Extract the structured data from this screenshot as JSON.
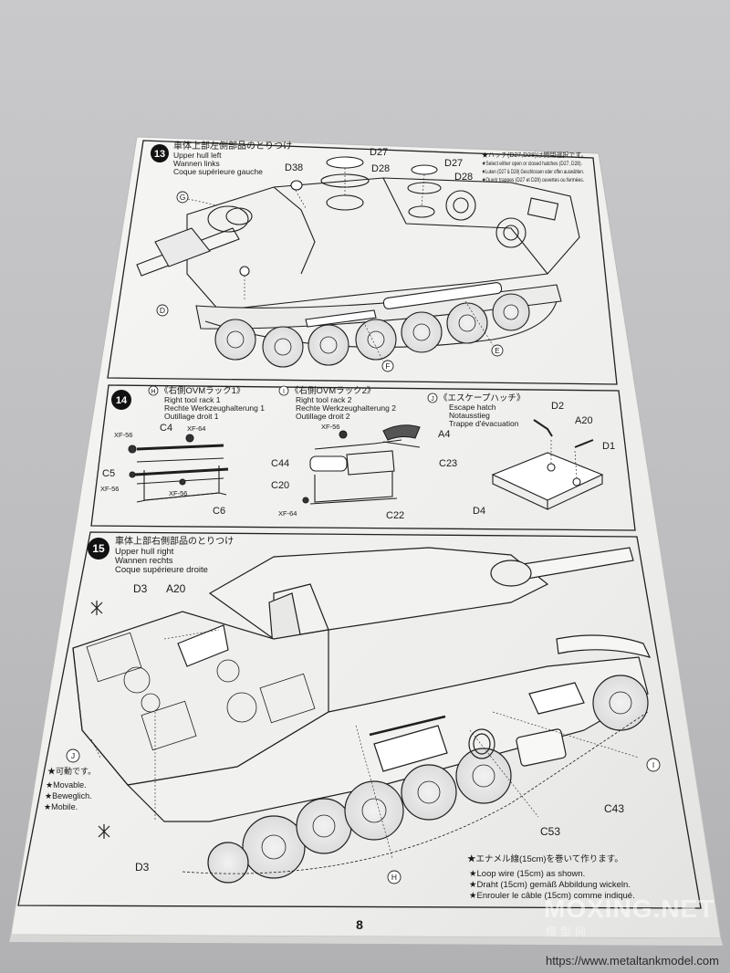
{
  "page": {
    "number": "8"
  },
  "step13": {
    "number": "13",
    "title_ja": "車体上部左側部品のとりつけ",
    "title_en": "Upper hull left",
    "title_de": "Wannen links",
    "title_fr": "Coque supérieure gauche",
    "note_ja": "★ハッチ(D27,D28)は開閉選択です。",
    "note_en": "★Select either open or closed hatches (D27, D28).",
    "note_de": "★Luken (D27 & D28) Geschlossen oder offen auswählen.",
    "note_fr": "★Ouvrir trappes (D27 et D28) ouvertes ou fermées.",
    "parts": [
      "D27",
      "D28",
      "D27",
      "D28",
      "D38"
    ],
    "callouts": [
      "G",
      "D",
      "F",
      "E"
    ]
  },
  "step14": {
    "number": "14",
    "sub_h": {
      "code": "H",
      "title_ja": "《右側OVMラック1》",
      "en": "Right tool rack 1",
      "de": "Rechte Werkzeughalterung 1",
      "fr": "Outillage droit 1"
    },
    "sub_i": {
      "code": "I",
      "title_ja": "《右側OVMラック2》",
      "en": "Right tool rack 2",
      "de": "Rechte Werkzeughalterung 2",
      "fr": "Outillage droit 2"
    },
    "sub_j": {
      "code": "J",
      "title_ja": "《エスケープハッチ》",
      "en": "Escape hatch",
      "de": "Notausstieg",
      "fr": "Trappe d'évacuation"
    },
    "parts_h": [
      "XF-56",
      "C4",
      "XF-64",
      "C5",
      "XF-56",
      "XF-56",
      "C6"
    ],
    "parts_i": [
      "XF-56",
      "A4",
      "C44",
      "C23",
      "C20",
      "C22",
      "XF-64"
    ],
    "parts_j": [
      "D2",
      "A20",
      "D1",
      "D4"
    ]
  },
  "step15": {
    "number": "15",
    "title_ja": "車体上部右側部品のとりつけ",
    "title_en": "Upper hull right",
    "title_de": "Wannen rechts",
    "title_fr": "Coque supérieure droite",
    "parts": [
      "D3",
      "A20",
      "D3",
      "C43",
      "C53"
    ],
    "callouts": [
      "J",
      "H",
      "I"
    ],
    "movable_ja": "★可動です。",
    "movable_en": "★Movable.",
    "movable_de": "★Beweglich.",
    "movable_fr": "★Mobile.",
    "wire_ja": "★エナメル線(15cm)を巻いて作ります。",
    "wire_en": "★Loop wire (15cm) as shown.",
    "wire_de": "★Draht (15cm) gemäß Abbildung wickeln.",
    "wire_fr": "★Enrouler le câble (15cm) comme indiqué."
  },
  "watermark": {
    "main": "MOXING.NET",
    "sub": "模型网"
  },
  "footer_url": "https://www.metaltankmodel.com",
  "colors": {
    "paper": "#f4f4f2",
    "ink": "#1a1a1a",
    "background": "#c3c3c5"
  }
}
